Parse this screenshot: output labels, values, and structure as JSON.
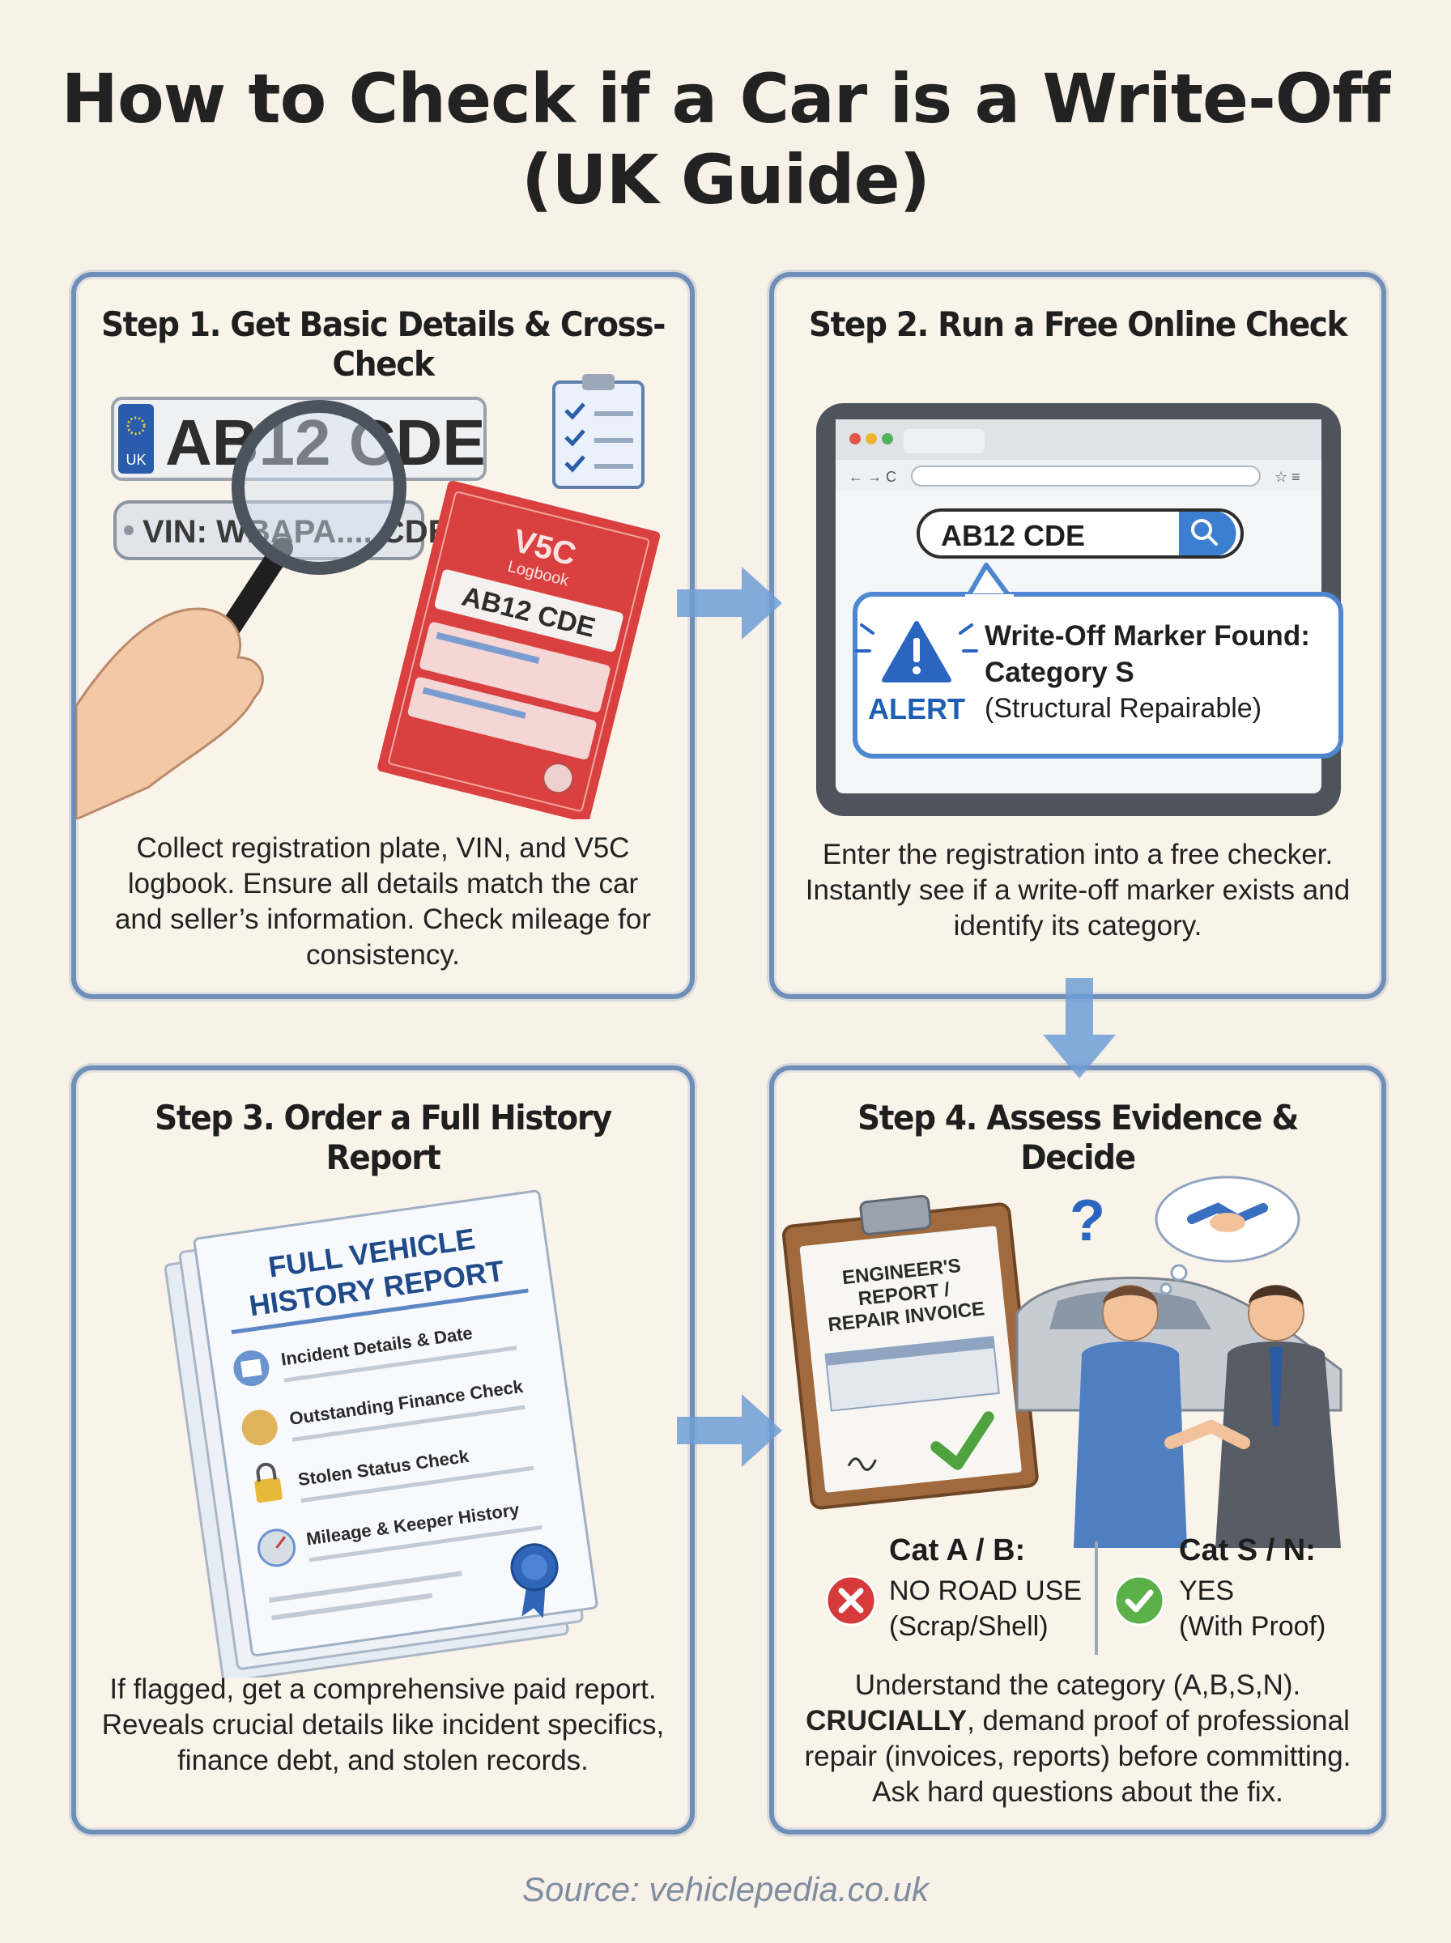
{
  "title": {
    "line1": "How to Check if a Car is a Write-Off",
    "line2": "(UK Guide)"
  },
  "steps": [
    {
      "heading": "Step 1. Get Basic Details & Cross-Check",
      "plate_text": "AB12 CDE",
      "plate_country": "UK",
      "vin_text": "VIN: WBAPA.... CDE",
      "logbook_title": "V5C",
      "logbook_subtitle": "Logbook",
      "logbook_plate": "AB12 CDE",
      "description": "Collect registration plate, VIN, and V5C logbook. Ensure all details match the car and seller’s information. Check mileage for consistency."
    },
    {
      "heading": "Step 2. Run a Free Online Check",
      "search_value": "AB12 CDE",
      "alert_label": "ALERT",
      "alert_title_1": "Write-Off Marker Found:",
      "alert_title_2": "Category S",
      "alert_detail": "(Structural Repairable)",
      "description": "Enter the registration into a free checker. Instantly see if a write-off marker exists and identify its category."
    },
    {
      "heading": "Step 3. Order a Full History Report",
      "report_title_1": "FULL VEHICLE",
      "report_title_2": "HISTORY REPORT",
      "report_items": [
        "Incident Details & Date",
        "Outstanding Finance Check",
        "Stolen Status Check",
        "Mileage & Keeper History"
      ],
      "description": "If flagged, get a comprehensive paid report. Reveals crucial details like incident specifics, finance debt, and stolen records."
    },
    {
      "heading": "Step 4. Assess Evidence & Decide",
      "clipboard_title_1": "ENGINEER'S",
      "clipboard_title_2": "REPORT /",
      "clipboard_title_3": "REPAIR INVOICE",
      "question_mark": "?",
      "verdicts": [
        {
          "category": "Cat A / B:",
          "line1": "NO ROAD USE",
          "line2": "(Scrap/Shell)",
          "status": "no"
        },
        {
          "category": "Cat S / N:",
          "line1": "YES",
          "line2": "(With Proof)",
          "status": "yes"
        }
      ],
      "description_pre": "Understand the category (A,B,S,N).",
      "description_strong": "CRUCIALLY",
      "description_post": ", demand proof of professional repair (invoices, reports) before committing. Ask hard questions about the fix."
    }
  ],
  "source": "Source: vehiclepedia.co.uk",
  "colors": {
    "panel_border": "#6f8fb8",
    "alert_blue": "#1e5fb4",
    "logbook_red": "#d9403f",
    "arrow_blue": "#6f9fd6",
    "cross_red": "#d63a3a",
    "check_green": "#5bb04a"
  }
}
